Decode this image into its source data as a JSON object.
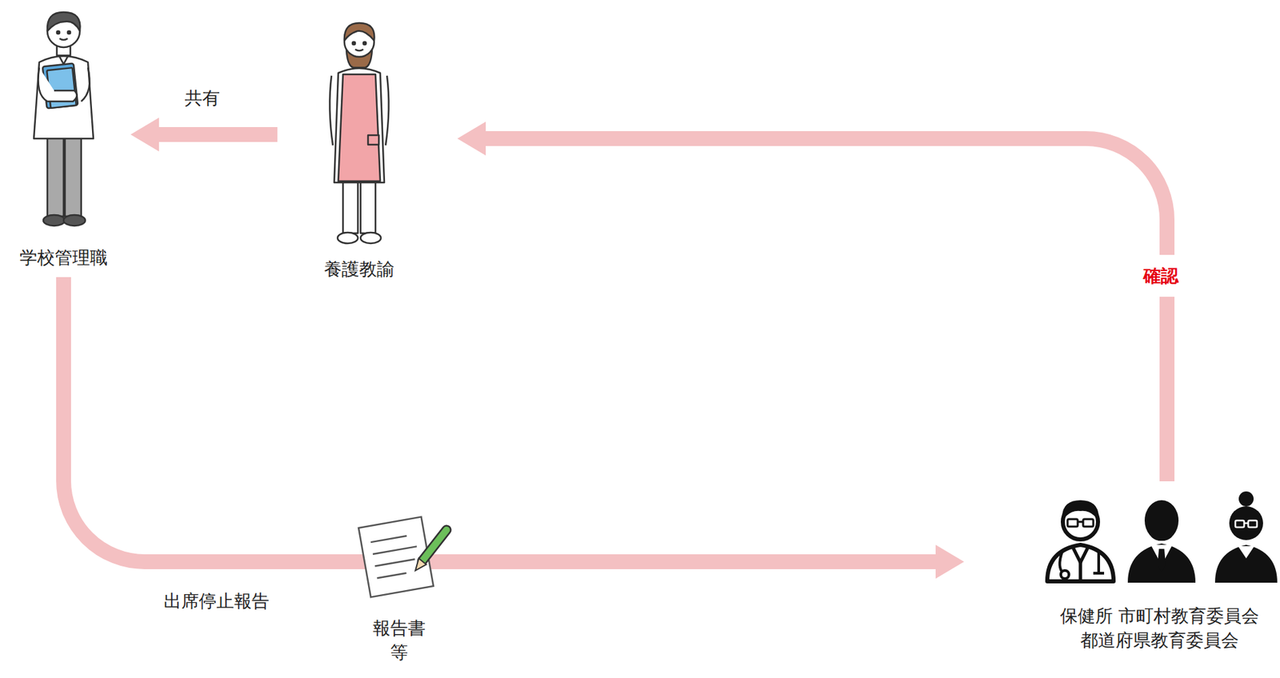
{
  "diagram": {
    "nodes": [
      {
        "text": [
          "学校管理職"
        ]
      },
      {
        "text": [
          "養護教諭"
        ]
      },
      {
        "text": [
          "保健所 市町村教育委員会 都道府県教育委員会"
        ]
      }
    ],
    "edges": [
      {
        "from": 1,
        "to": 0,
        "arrow": "to",
        "label": "共有"
      },
      {
        "from": 0,
        "to": 2,
        "arrow": "to",
        "label": "出席停止報告"
      },
      {
        "from": 2,
        "to": 1,
        "arrow": "to",
        "label": "確認"
      }
    ],
    "labels": [
      "報告書 等"
    ]
  }
}
